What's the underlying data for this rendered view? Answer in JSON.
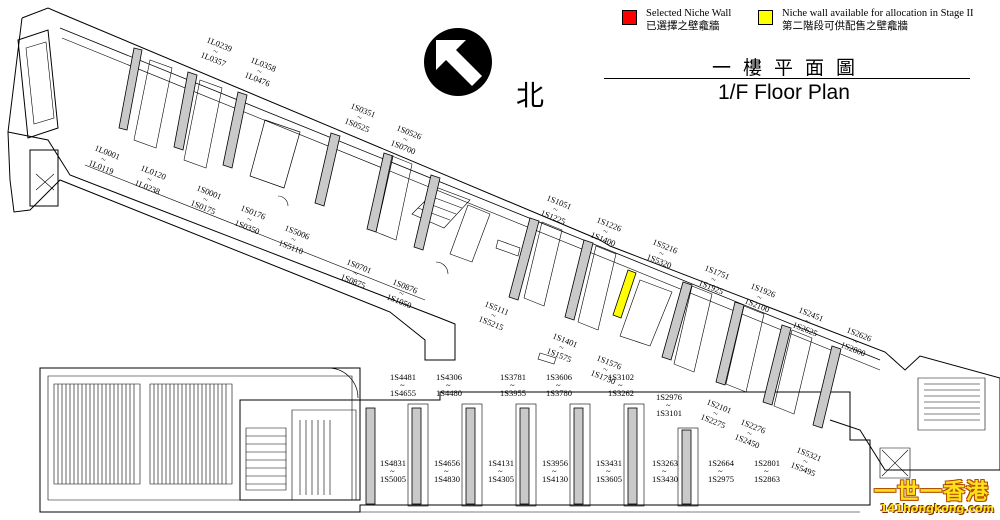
{
  "legend": {
    "selected": {
      "color": "#ff0000",
      "en": "Selected Niche Wall",
      "zh": "已選擇之壁龕牆"
    },
    "stage2": {
      "color": "#ffff00",
      "en": "Niche wall available for allocation in Stage II",
      "zh": "第二階段可供配售之壁龕牆"
    }
  },
  "title": {
    "zh": "一樓平面圖",
    "en": "1/F Floor Plan"
  },
  "north_label": "北",
  "watermark": {
    "logo": "一世一香港",
    "url": "141hongkong.com"
  },
  "labels_upper": [
    {
      "top": "1L0239",
      "bottom": "1L0357"
    },
    {
      "top": "1L0358",
      "bottom": "1L0476"
    },
    {
      "top": "1L0001",
      "bottom": "1L0119"
    },
    {
      "top": "1L0120",
      "bottom": "1L0238"
    },
    {
      "top": "1S0001",
      "bottom": "1S0175"
    },
    {
      "top": "1S0176",
      "bottom": "1S0350"
    },
    {
      "top": "1S5006",
      "bottom": "1S5110"
    },
    {
      "top": "1S0351",
      "bottom": "1S0525"
    },
    {
      "top": "1S0526",
      "bottom": "1S0700"
    },
    {
      "top": "1S0701",
      "bottom": "1S0875"
    },
    {
      "top": "1S0876",
      "bottom": "1S1050"
    },
    {
      "top": "1S1051",
      "bottom": "1S1225"
    },
    {
      "top": "1S1226",
      "bottom": "1S1400"
    },
    {
      "top": "1S5111",
      "bottom": "1S5215"
    },
    {
      "top": "1S1401",
      "bottom": "1S1575"
    },
    {
      "top": "1S5216",
      "bottom": "1S5320"
    },
    {
      "top": "1S1576",
      "bottom": "1S1750"
    },
    {
      "top": "1S1751",
      "bottom": "1S1925"
    },
    {
      "top": "1S1926",
      "bottom": "1S2100"
    },
    {
      "top": "1S2101",
      "bottom": "1S2275"
    },
    {
      "top": "1S2276",
      "bottom": "1S2450"
    },
    {
      "top": "1S2451",
      "bottom": "1S2625"
    },
    {
      "top": "1S2626",
      "bottom": "1S2800"
    },
    {
      "top": "1S5321",
      "bottom": "1S5495"
    }
  ],
  "labels_lower": [
    {
      "top": "1S4481",
      "bottom": "1S4655"
    },
    {
      "top": "1S4306",
      "bottom": "1S4480"
    },
    {
      "top": "1S3781",
      "bottom": "1S3955"
    },
    {
      "top": "1S3606",
      "bottom": "1S3780"
    },
    {
      "top": "1S3102",
      "bottom": "1S3262"
    },
    {
      "top": "1S2976",
      "bottom": "1S3101"
    },
    {
      "top": "1S4831",
      "bottom": "1S5005"
    },
    {
      "top": "1S4656",
      "bottom": "1S4830"
    },
    {
      "top": "1S4131",
      "bottom": "1S4305"
    },
    {
      "top": "1S3956",
      "bottom": "1S4130"
    },
    {
      "top": "1S3431",
      "bottom": "1S3605"
    },
    {
      "top": "1S3263",
      "bottom": "1S3430"
    },
    {
      "top": "1S2664",
      "bottom": "1S2975"
    },
    {
      "top": "1S2801",
      "bottom": "1S2863"
    }
  ],
  "tilde": "~",
  "highlighted_wall": "1S5216 ~ 1S5320"
}
